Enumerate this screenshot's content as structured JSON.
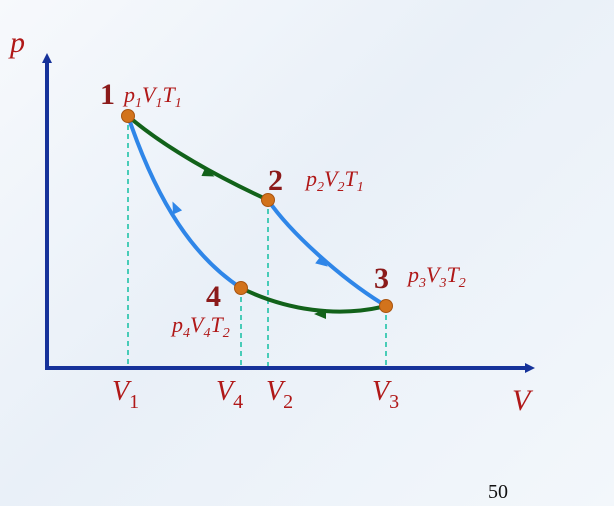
{
  "axes": {
    "y_label": "p",
    "x_label": "V"
  },
  "points": [
    {
      "num": "1",
      "state": {
        "p": "p",
        "ps": "1",
        "v": "V",
        "vs": "1",
        "t": "T",
        "ts": "1"
      }
    },
    {
      "num": "2",
      "state": {
        "p": "p",
        "ps": "2",
        "v": "V",
        "vs": "2",
        "t": "T",
        "ts": "1"
      }
    },
    {
      "num": "3",
      "state": {
        "p": "p",
        "ps": "3",
        "v": "V",
        "vs": "3",
        "t": "T",
        "ts": "2"
      }
    },
    {
      "num": "4",
      "state": {
        "p": "p",
        "ps": "4",
        "v": "V",
        "vs": "4",
        "t": "T",
        "ts": "2"
      }
    }
  ],
  "volume_ticks": [
    {
      "base": "V",
      "sub": "1"
    },
    {
      "base": "V",
      "sub": "4"
    },
    {
      "base": "V",
      "sub": "2"
    },
    {
      "base": "V",
      "sub": "3"
    }
  ],
  "page_number": "50",
  "colors": {
    "axis": "#16329a",
    "isotherm": "#12621a",
    "adiabat": "#2f86e8",
    "point": "#d2731c",
    "label": "#8b1a1a",
    "dashed_guide": "#20c2a8"
  }
}
